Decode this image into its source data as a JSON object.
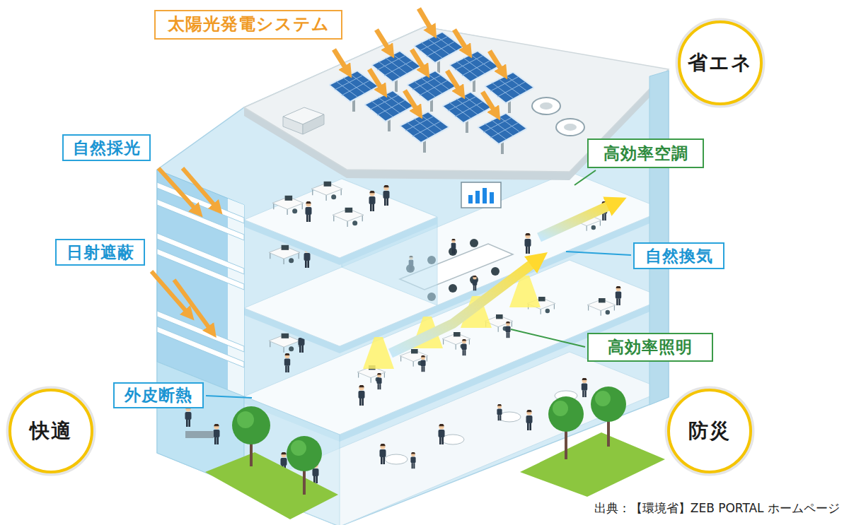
{
  "diagram": {
    "caption": "出典：【環境省】ZEB PORTAL ホームページ",
    "nodes": [
      {
        "text": [
          "太陽光発電システム"
        ]
      },
      {
        "text": [
          "省エネ"
        ]
      },
      {
        "text": [
          "自然採光"
        ]
      },
      {
        "text": [
          "高効率空調"
        ]
      },
      {
        "text": [
          "日射遮蔽"
        ]
      },
      {
        "text": [
          "自然換気"
        ]
      },
      {
        "text": [
          "高効率照明"
        ]
      },
      {
        "text": [
          "外皮断熱"
        ]
      },
      {
        "text": [
          "快適"
        ]
      },
      {
        "text": [
          "防災"
        ]
      }
    ]
  }
}
